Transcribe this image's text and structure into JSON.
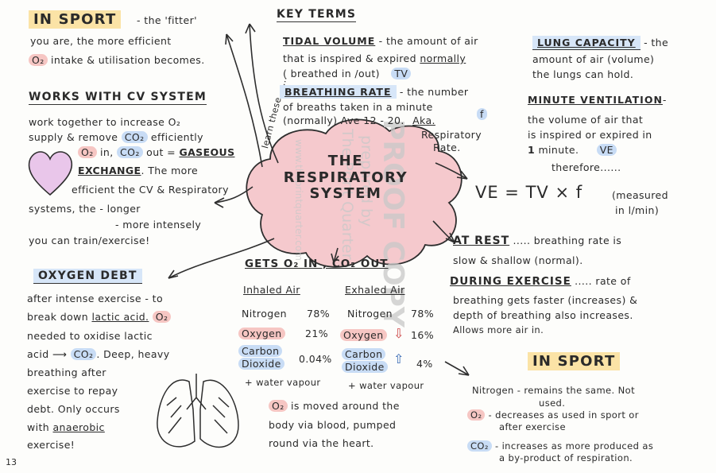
{
  "page_number": "13",
  "center_title": [
    "THE",
    "RESPIRATORY",
    "SYSTEM"
  ],
  "learn_these": "learn these ......",
  "in_sport_top": {
    "heading": "IN SPORT",
    "line1": "- the 'fitter'",
    "line2": "you are, the more efficient",
    "o2": "O₂",
    "line3": "intake & utilisation becomes."
  },
  "cv_system": {
    "heading": "WORKS WITH CV SYSTEM",
    "line1": "work together to increase O₂",
    "line2a": "supply & remove",
    "co2": "CO₂",
    "line2b": "efficiently",
    "o2in": "O₂",
    "line3a": "in,",
    "co2out": "CO₂",
    "line3b": "out =",
    "gaseous": "GASEOUS",
    "exchange": "EXCHANGE",
    "line4": ". The more",
    "line5": "efficient the CV & Respiratory",
    "line6": "systems, the - longer",
    "line7": "- more intensely",
    "line8": "you can train/exercise!"
  },
  "key_terms": {
    "heading": "KEY TERMS",
    "tidal_title": "TIDAL VOLUME",
    "tidal_l1": "- the amount of air",
    "tidal_l2a": "that is inspired & expired",
    "tidal_normally": "normally",
    "tidal_l3": "( breathed in /out)",
    "tidal_abbr": "TV",
    "br_title": "BREATHING RATE",
    "br_l1": "- the number",
    "br_l2": "of breaths taken in a minute",
    "br_l3a": "(normally) Ave 12 - 20.",
    "br_aka": "Aka.",
    "br_f": "f",
    "br_l4": "Respiratory",
    "br_l5": "Rate."
  },
  "lung_capacity": {
    "title": "LUNG CAPACITY",
    "l1": "- the",
    "l2": "amount of air (volume)",
    "l3": "the lungs can hold."
  },
  "minute_vent": {
    "title": "MINUTE VENTILATION",
    "l0": "-",
    "l1": "the volume of air that",
    "l2": "is inspired or expired in",
    "l3a": "1",
    "l3b": "minute.",
    "abbr": "VE",
    "l4": "therefore......"
  },
  "formula": {
    "text": "VE = TV × f",
    "note1": "(measured",
    "note2": "in l/min)"
  },
  "at_rest": {
    "title": "AT REST",
    "l1": "..... breathing rate is",
    "l2": "slow & shallow (normal)."
  },
  "during": {
    "title": "DURING EXERCISE",
    "l1": "..... rate of",
    "l2": "breathing gets faster (increases) &",
    "l3": "depth of breathing also increases.",
    "l4": "Allows more air in."
  },
  "oxygen_debt": {
    "heading": "OXYGEN DEBT",
    "l1": "after intense exercise - to",
    "l2a": "break down",
    "lactic": "lactic acid.",
    "o2": "O₂",
    "l3": "needed to oxidise lactic",
    "l4a": "acid",
    "l4arrow": "⟶",
    "co2": "CO₂",
    "l4b": ". Deep, heavy",
    "l5": "breathing after",
    "l6": "exercise to repay",
    "l7": "debt. Only occurs",
    "l8a": "with",
    "anaerobic": "anaerobic",
    "l9": "exercise!"
  },
  "gas_table": {
    "heading": "GETS O₂ IN , CO₂ OUT",
    "inhaled_header": "Inhaled Air",
    "exhaled_header": "Exhaled Air",
    "nitrogen": "Nitrogen",
    "n_in": "78%",
    "n_out": "78%",
    "oxygen": "Oxygen",
    "o_in": "21%",
    "o_out": "16%",
    "carbon": "Carbon",
    "dioxide": "Dioxide",
    "c_in": "0.04%",
    "c_out": "4%",
    "water": "+ water vapour",
    "down_arrow": "⇩",
    "up_arrow": "⇧"
  },
  "o2_moved": {
    "o2": "O₂",
    "l1": "is moved around the",
    "l2": "body via blood, pumped",
    "l3": "round via the heart."
  },
  "in_sport_bottom": {
    "heading": "IN SPORT",
    "n_l1": "Nitrogen - remains the same. Not",
    "n_l2": "used.",
    "o2": "O₂",
    "o_l1": "- decreases as used in sport or",
    "o_l2": "after exercise",
    "co2": "CO₂",
    "c_l1": "- increases as more produced as",
    "c_l2": "a by-product of respiration."
  },
  "watermark": {
    "proof": "PROOF COPY",
    "prepared": "prepared by",
    "company": "The Print Quarter",
    "site": "www.theprintquarter.com"
  }
}
